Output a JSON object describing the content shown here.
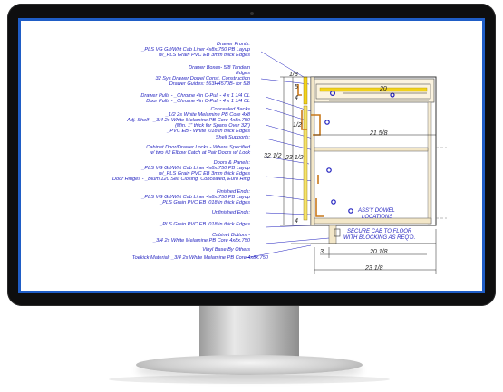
{
  "drawing": {
    "labels": {
      "drawer_fronts": "Drawer Fronts:",
      "drawer_fronts_1": "_PLS VG Grl/Wht Cab Liner 4x8x.750 PB Layup",
      "drawer_fronts_2": "w/_PLS Grain PVC EB 3mm thick Edges",
      "drawer_boxes": "Drawer Boxes- 5/8 Tandem",
      "drawer_boxes_2": "Edges",
      "drawer_boxes_3": "32 Sys Drawer Dowel Const. Construction",
      "drawer_guides": "Drawer Guides: 563H4570B- for 5/8",
      "drawer_pulls": "Drawer Pulls - _Chrome 4in C-Pull - 4 x 1 1/4 CL",
      "door_pulls": "Door Pulls - _Chrome 4in C-Pull - 4 x 1 1/4 CL",
      "concealed_backs": "Concealed Backs",
      "concealed_backs_2": "_1/2 2s White Melamine PB Core 4x8",
      "adj_shelf": "Adj. Shelf - _3/4 2s White Melamine PB Core 4x8x.750",
      "adj_shelf_2": "(Min. 1\" thick for Spans Over 32\")",
      "adj_shelf_3": "_PVC EB - White .018 in thick Edges",
      "shelf_supports": "Shelf Supports:",
      "locks": "Cabinet Door/Drawer Locks - Where Specified",
      "locks_2": "w/ two #2 Elbow Catch at Pair Doors w/ Lock",
      "doors_panels": "Doors & Panels:",
      "doors_panels_1": "_PLS VG Grl/Wht Cab Liner 4x8x.750 PB Layup",
      "doors_panels_2": "w/_PLS Grain PVC EB 3mm thick Edges",
      "door_hinges": "Door Hinges - _Blum 120 Self Closing, Concealed, Euro Hing",
      "finished_ends": "Finished Ends:",
      "finished_ends_1": "_PLS VG Grl/Wht Cab Liner 4x8x.750 PB Layup",
      "finished_ends_2": "_PLS Grain PVC EB .018 in thick Edges",
      "unfinished_ends": "Unfinished Ends:",
      "unfinished_ends_1": "_PLS Grain PVC EB .018 in thick Edges",
      "cabinet_bottom": "Cabinet Bottom -",
      "cabinet_bottom_1": "_3/4 2s White Melamine PB Core 4x8x.750",
      "vinyl_base": "Vinyl Base By Others",
      "toekick": "Toekick Material: _3/4 2s White Melamine PB Core 4x8x.750"
    },
    "dims": {
      "d_1_8": "1/8",
      "d_5": "5",
      "d_20": "20",
      "d_4_top": "4",
      "d_1_2": "1/2",
      "d_21_5_8": "21 5/8",
      "d_32_1_2": "32 1/2",
      "d_23_1_2": "23 1/2",
      "d_4_bot": "4",
      "d_3": "3",
      "d_20_1_8": "20 1/8",
      "d_23_1_8": "23 1/8"
    },
    "notes": {
      "dowel": "ASS'Y DOWEL",
      "dowel_2": "LOCATIONS",
      "secure": "SECURE CAB TO FLOOR",
      "secure_2": "WITH BLOCKING AS REQ'D."
    },
    "colors": {
      "ink_blue": "#1f1fbf",
      "highlight_yellow": "#f2d21b",
      "hardware_orange": "#c8781a",
      "screen_border": "#1f5dc6"
    }
  }
}
